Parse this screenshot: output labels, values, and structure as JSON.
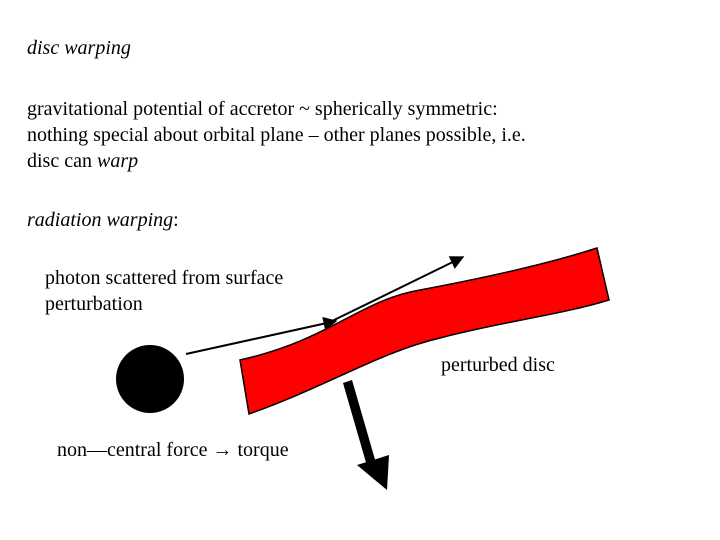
{
  "slide": {
    "title": "disc warping",
    "paragraph": {
      "line1": "gravitational potential of accretor ~ spherically symmetric:",
      "line2": "nothing special about orbital plane – other planes possible, i.e.",
      "line3_prefix": "disc can ",
      "line3_emphasis": "warp"
    },
    "section_heading": "radiation warping",
    "section_suffix": ":"
  },
  "diagram": {
    "photon_label_line1": "photon scattered from surface",
    "photon_label_line2": "perturbation",
    "disc_label": "perturbed disc",
    "force_label_prefix": "non—central force ",
    "force_label_arrow": "→",
    "force_label_suffix": " torque",
    "colors": {
      "disc_fill": "#ff0000",
      "outline": "#000000",
      "accretor": "#000000"
    }
  }
}
